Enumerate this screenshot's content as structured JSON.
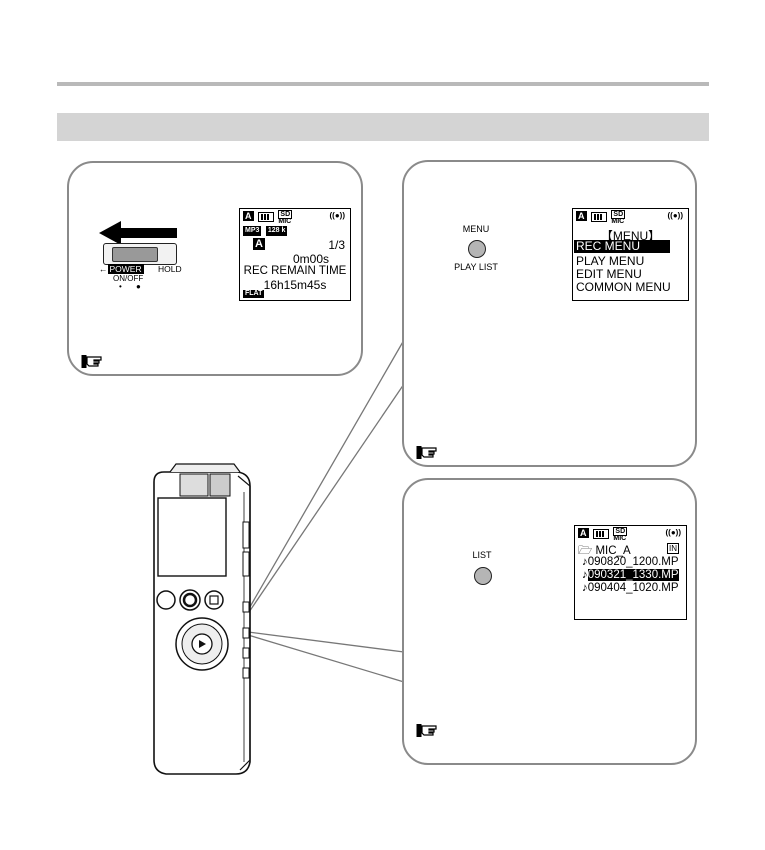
{
  "power_panel": {
    "switch_labels": {
      "power": "POWER",
      "hold": "HOLD",
      "on_off": "ON/OFF"
    },
    "lcd": {
      "mic": "MIC",
      "codec": "MP3",
      "bitrate": "128 k",
      "folder": "A",
      "counter": "1/3",
      "elapsed": "0m00s",
      "remain_label": "REC REMAIN TIME",
      "remain_value": "16h15m45s",
      "eq": "FLAT"
    }
  },
  "menu_panel": {
    "button_top_label": "MENU",
    "button_bottom_label": "PLAY LIST",
    "lcd": {
      "mic": "MIC",
      "title": "【MENU】",
      "items": [
        "REC MENU",
        "PLAY MENU",
        "EDIT MENU",
        "COMMON MENU"
      ]
    }
  },
  "list_panel": {
    "button_label": "LIST",
    "lcd": {
      "mic": "MIC",
      "folder": "MIC_A",
      "in_badge": "IN",
      "files": [
        "090820_1200.MP",
        "090321_1330.MP",
        "090404_1020.MP"
      ]
    }
  }
}
